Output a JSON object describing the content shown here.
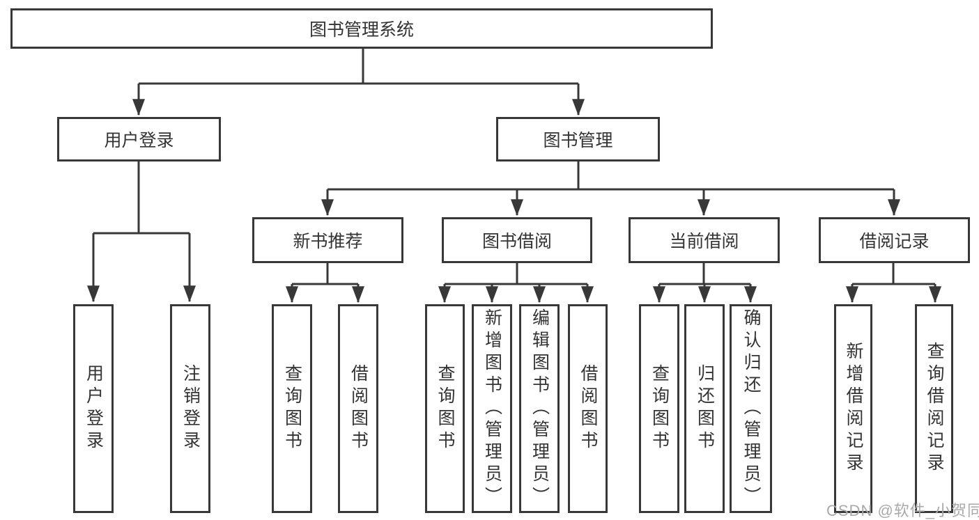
{
  "colors": {
    "line": "#383838",
    "text": "#333333",
    "background": "#ffffff",
    "watermark": "#a9a9a9"
  },
  "watermark": {
    "text": "CSDN @软件_小贺同学"
  },
  "tree": {
    "label": "图书管理系统",
    "children": [
      {
        "label": "用户登录",
        "children": [
          {
            "label": "用户登录"
          },
          {
            "label": "注销登录"
          }
        ]
      },
      {
        "label": "图书管理",
        "children": [
          {
            "label": "新书推荐",
            "children": [
              {
                "label": "查询图书"
              },
              {
                "label": "借阅图书"
              }
            ]
          },
          {
            "label": "图书借阅",
            "children": [
              {
                "label": "查询图书"
              },
              {
                "label": "新增图书（管理员）"
              },
              {
                "label": "编辑图书（管理员）"
              },
              {
                "label": "借阅图书"
              }
            ]
          },
          {
            "label": "当前借阅",
            "children": [
              {
                "label": "查询图书"
              },
              {
                "label": "归还图书"
              },
              {
                "label": "确认归还（管理员）"
              }
            ]
          },
          {
            "label": "借阅记录",
            "children": [
              {
                "label": "新增借阅记录"
              },
              {
                "label": "查询借阅记录"
              }
            ]
          }
        ]
      }
    ]
  }
}
